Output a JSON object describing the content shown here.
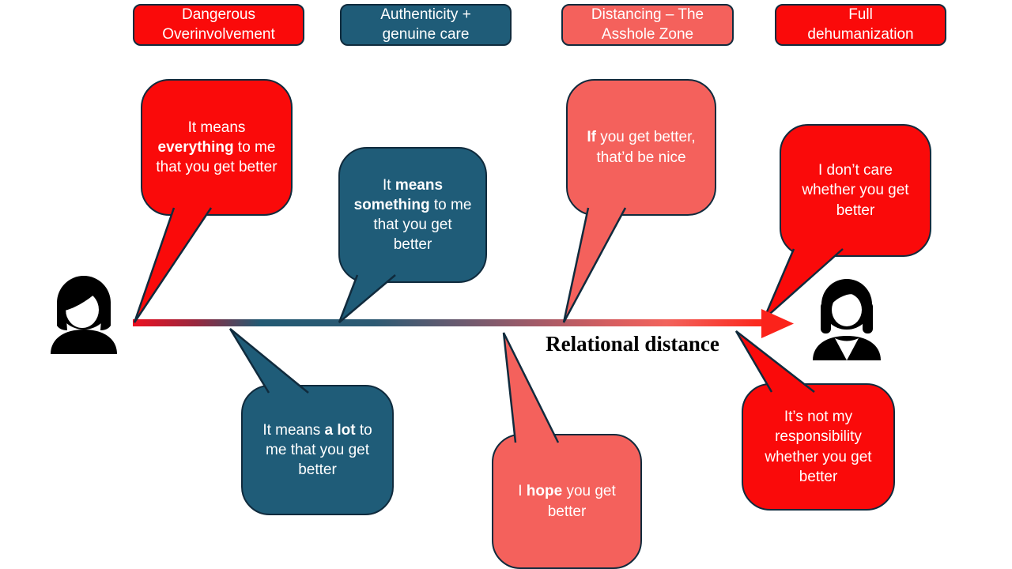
{
  "zones": [
    {
      "label": "Dangerous Overinvolvement"
    },
    {
      "label": "Authenticity + genuine care"
    },
    {
      "label": "Distancing – The Asshole Zone"
    },
    {
      "label": "Full dehumanization"
    }
  ],
  "bubbles": [
    {
      "pre": "It means ",
      "bold": "everything",
      "post": " to me that you get better"
    },
    {
      "pre": "It ",
      "bold": "means something",
      "post": " to me that you get better"
    },
    {
      "pre": "",
      "bold": "If",
      "post": " you get better, that’d be nice"
    },
    {
      "pre": "I don’t care whether you get better",
      "bold": "",
      "post": ""
    },
    {
      "pre": "It means ",
      "bold": "a lot",
      "post": " to me that you get better"
    },
    {
      "pre": "I ",
      "bold": "hope",
      "post": " you get better"
    },
    {
      "pre": "It’s not my responsibility whether you get better",
      "bold": "",
      "post": ""
    }
  ],
  "axis": {
    "label": "Relational distance"
  },
  "colors": {
    "red": "#fa0a0a",
    "teal": "#1f5c78",
    "salmon": "#f4615c",
    "outline": "#102b3d",
    "arrow_start": "#ed1021",
    "arrow_mid": "#235a73",
    "arrow_end": "#fb2b20"
  }
}
